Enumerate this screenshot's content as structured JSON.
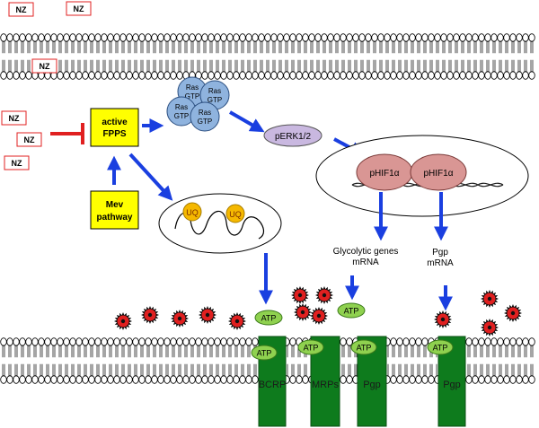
{
  "drug_label": "NZ",
  "nodes": {
    "active_fpps": {
      "line1": "active",
      "line2": "FPPS"
    },
    "mev_pathway": {
      "line1": "Mev",
      "line2": "pathway"
    },
    "ras": {
      "line1": "Ras",
      "line2": "GTP"
    },
    "perk": "pERK1/2",
    "phif_left": "pHIF1α",
    "phif_right": "pHIF1α",
    "uq": "UQ",
    "atp": "ATP",
    "glycolytic": {
      "line1": "Glycolytic genes",
      "line2": "mRNA"
    },
    "pgp_mrna": {
      "line1": "Pgp",
      "line2": "mRNA"
    }
  },
  "transporters": [
    "BCRP",
    "MRPs",
    "Pgp",
    "Pgp"
  ],
  "colors": {
    "fpps_fill": "#ffff00",
    "ras_fill": "#8fb3de",
    "perk_fill": "#c9b8e0",
    "hif_fill": "#d99694",
    "uq_fill": "#f5b800",
    "atp_fill": "#8fd14f",
    "transporter_fill": "#0e7b1d",
    "arrow_blue": "#1a3fe0",
    "inhibit_red": "#e02020",
    "drug_border": "#e02020",
    "drug_dot": "#e02020"
  }
}
